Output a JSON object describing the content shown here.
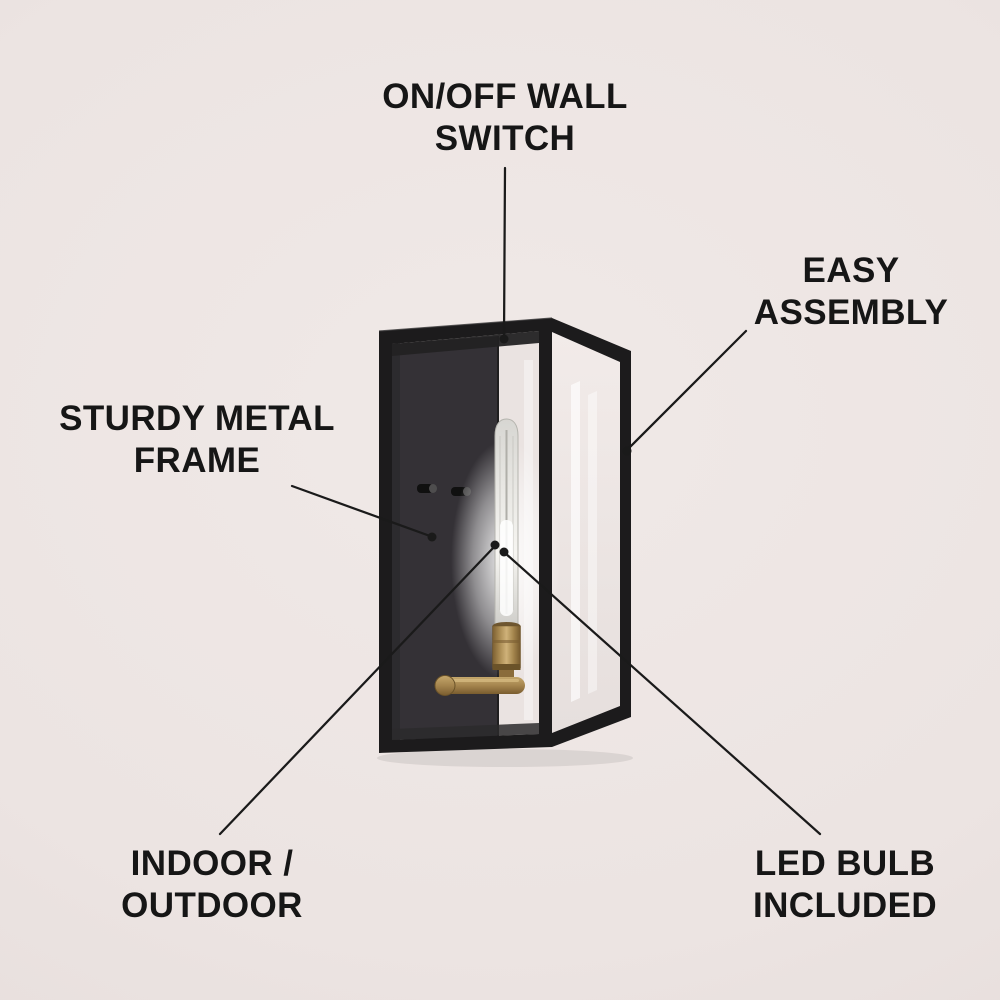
{
  "canvas": {
    "background": "#ece4e2",
    "text_color": "#161616",
    "line_color": "#1a1a1a"
  },
  "callouts": [
    {
      "id": "wall-switch",
      "line1": "ON/OFF WALL",
      "line2": "SWITCH"
    },
    {
      "id": "easy-assembly",
      "line1": "EASY",
      "line2": "ASSEMBLY"
    },
    {
      "id": "sturdy-metal-frame",
      "line1": "STURDY METAL",
      "line2": "FRAME"
    },
    {
      "id": "indoor-outdoor",
      "line1": "INDOOR /",
      "line2": "OUTDOOR"
    },
    {
      "id": "led-bulb-included",
      "line1": "LED BULB",
      "line2": "INCLUDED"
    }
  ],
  "product": {
    "name": "black metal wall sconce with clear glass panels, brass socket arm and exposed tube bulb",
    "colors": {
      "frame": "#1c1b1c",
      "back_panel": "#343136",
      "glass": "#eae3e1",
      "brass": "#a5854e",
      "bulb": "#e9e8e4"
    }
  }
}
